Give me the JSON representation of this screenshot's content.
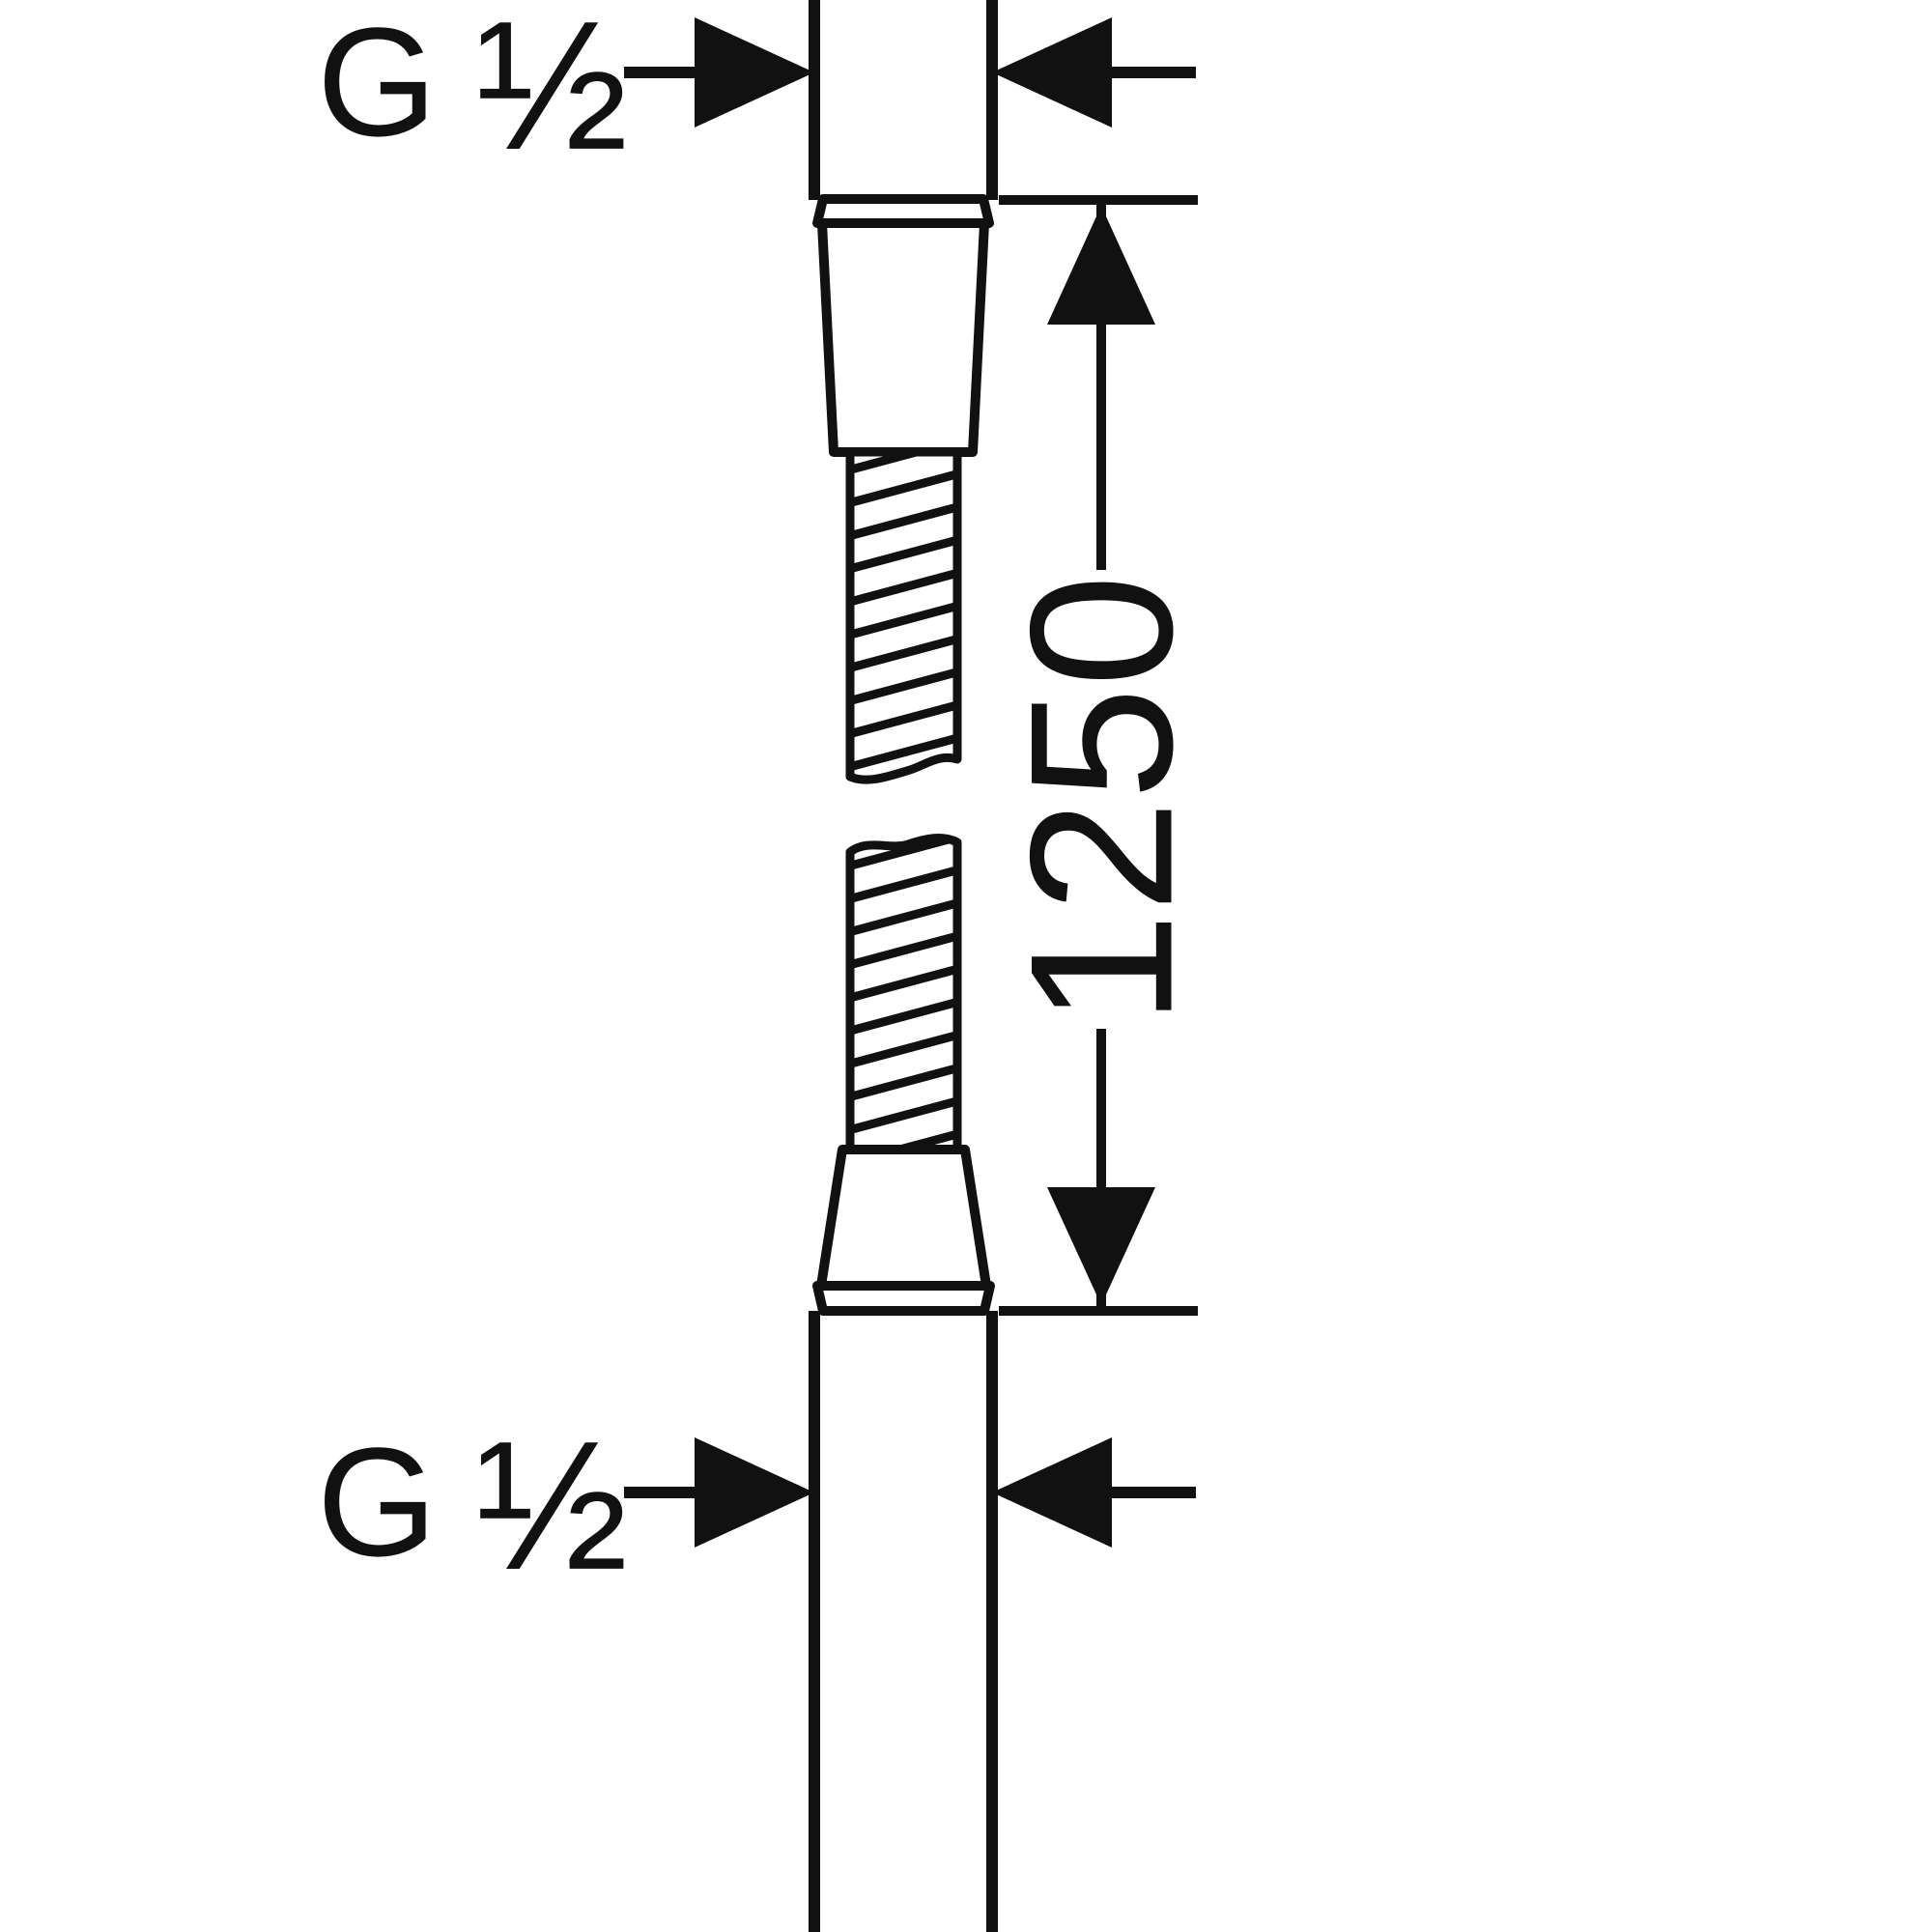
{
  "diagram": {
    "background_color": "#ffffff",
    "line_color": "#111111",
    "labels": {
      "top_connection_g": "G",
      "top_connection_fraction": "½",
      "bottom_connection_g": "G",
      "bottom_connection_fraction": "½",
      "hose_length": "1250"
    }
  }
}
